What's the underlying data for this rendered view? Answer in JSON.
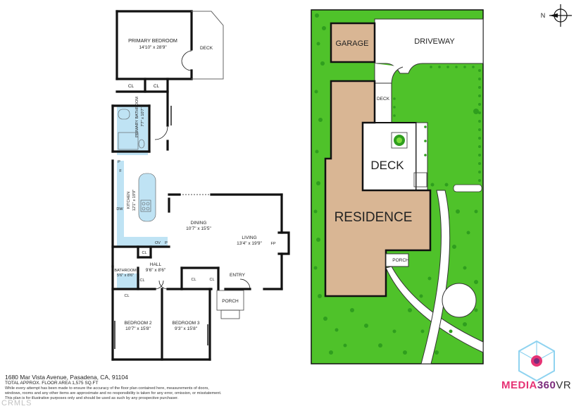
{
  "floor_plan": {
    "rooms": {
      "primary_bedroom": {
        "name": "PRIMARY BEDROOM",
        "dims": "14'10\" x 28'9\""
      },
      "deck": {
        "name": "DECK"
      },
      "cl_top_left": {
        "name": "CL"
      },
      "cl_top_right": {
        "name": "CL"
      },
      "primary_bathroom": {
        "name": "PRIMARY BATHROOM",
        "dims": "7'7\" x 10'7\""
      },
      "kitchen": {
        "name": "KITCHEN",
        "dims": "12'1\" x 19'9\""
      },
      "dining": {
        "name": "DINING",
        "dims": "10'7\" x 15'5\""
      },
      "living": {
        "name": "LIVING",
        "dims": "13'4\" x 19'9\""
      },
      "hall": {
        "name": "HALL",
        "dims": "9'6\" x 8'6\""
      },
      "bathroom": {
        "name": "BATHROOM",
        "dims": "5'6\" x 8'6\""
      },
      "entry": {
        "name": "ENTRY"
      },
      "porch": {
        "name": "PORCH"
      },
      "bedroom2": {
        "name": "BEDROOM 2",
        "dims": "10'7\" x 15'8\""
      },
      "bedroom3": {
        "name": "BEDROOM 3",
        "dims": "9'3\" x 15'8\""
      }
    },
    "markers": {
      "p1": "P",
      "f": "F",
      "dw": "DW",
      "ov": "OV",
      "p2": "P",
      "fp": "FP",
      "cl_hall": "CL",
      "cl_bath": "CL",
      "cl_bed2": "CL",
      "cl_entry1": "CL",
      "cl_entry2": "CL"
    }
  },
  "site_plan": {
    "labels": {
      "garage": "GARAGE",
      "driveway": "DRIVEWAY",
      "deck_small": "DECK",
      "deck": "DECK",
      "residence": "RESIDENCE",
      "porch": "PORCH"
    },
    "compass": "N",
    "colors": {
      "lawn": "#4fc22a",
      "house": "#d9b694",
      "tree": "#2f9e1e"
    }
  },
  "footer": {
    "address": "1680 Mar Vista Avenue, Pasadena, CA, 91104",
    "area": "TOTAL APPROX. FLOOR AREA 1,575 SQ.FT",
    "disclaimer_1": "While every attempt has been made to ensure the accuracy of the floor plan contained here, measurements of doors,",
    "disclaimer_2": "windows, rooms and any other items are approximate and no responsibility is taken for any error, omission, or misstatement.",
    "disclaimer_3": "This plan is for illustrative purposes only and should be used as such by any prospective purchaser."
  },
  "brand": {
    "part1": "MEDIA",
    "part2": "360",
    "part3": "VR"
  },
  "watermark": "CRMLS"
}
